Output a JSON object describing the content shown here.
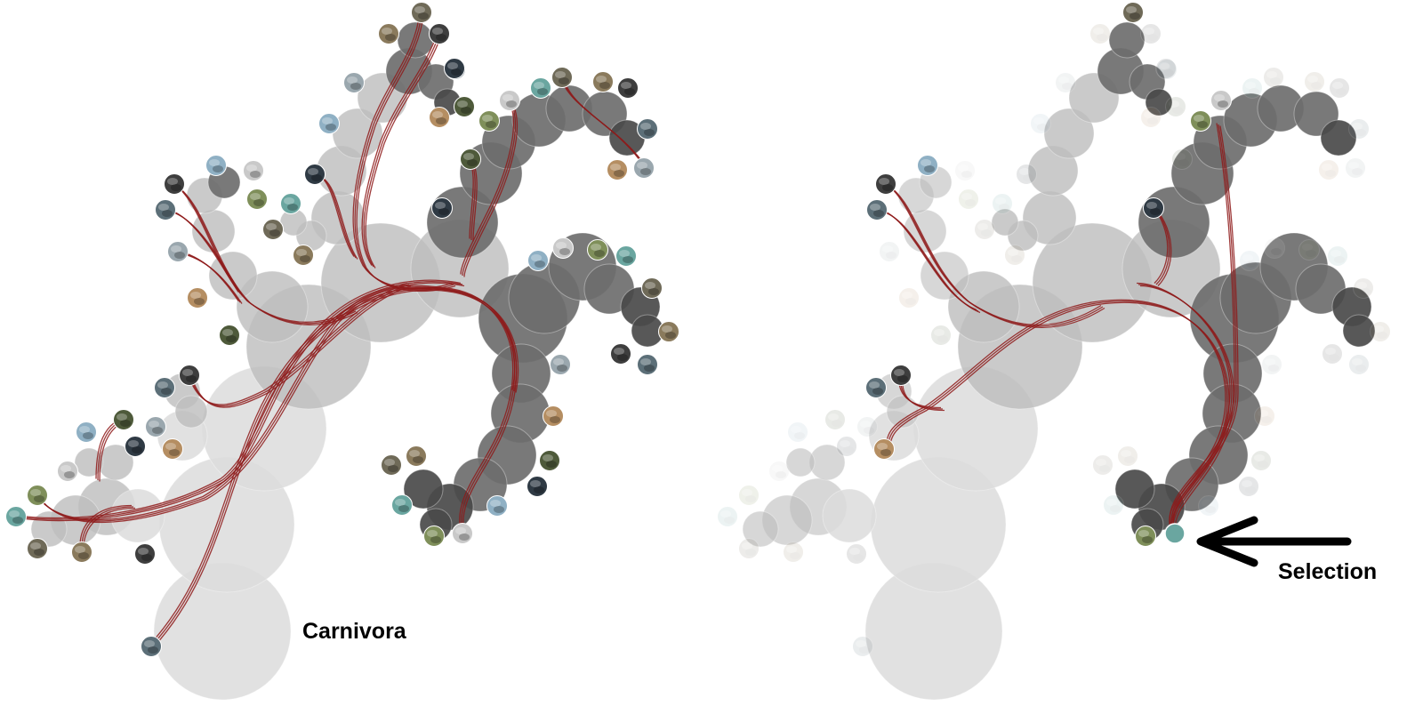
{
  "annotations": {
    "left_label": "Carnivora",
    "right_label": "Selection"
  },
  "colors": {
    "background": "#ffffff",
    "node_root": "#dcdcdc",
    "node_mid": "#bdbdbd",
    "node_dark": "#6e6e6e",
    "node_darkest": "#4a4a4a",
    "edge": "#8e1a1a",
    "arrow": "#000000",
    "thumb_palette": [
      "#6f6a58",
      "#8a7a5c",
      "#3e3e3e",
      "#5c6f78",
      "#9aa7ae",
      "#b58e62",
      "#4e5a3a",
      "#2f3a44",
      "#8fb0c4",
      "#c9c9c9",
      "#7f8f5a",
      "#6aa6a0"
    ]
  },
  "views": [
    {
      "id": "overview",
      "mode": "full",
      "icon": "circular-tree-icon"
    },
    {
      "id": "selection",
      "mode": "highlight",
      "icon": "circular-tree-icon",
      "selected_leaf": "leaf-bottom-center"
    }
  ]
}
